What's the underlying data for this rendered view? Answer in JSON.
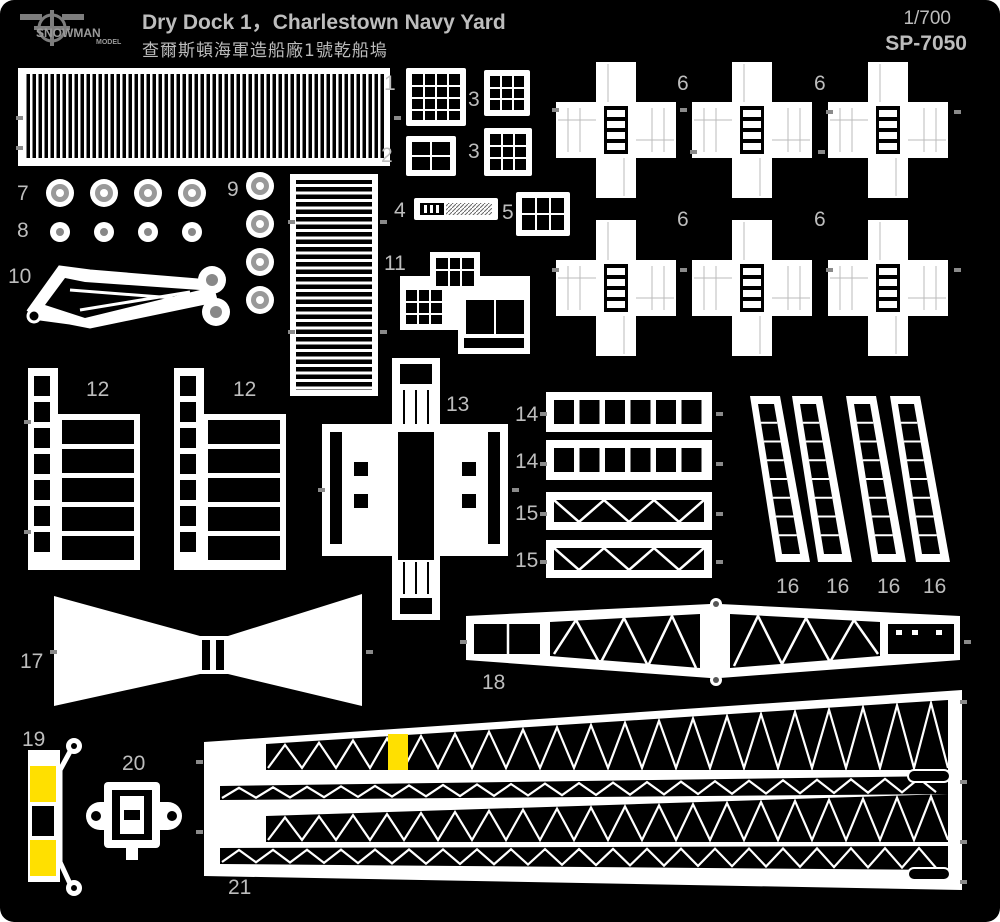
{
  "header": {
    "brand_main": "SNOWMAN",
    "brand_sub": "MODEL",
    "title": "Dry Dock 1，Charlestown Navy Yard",
    "subtitle": "查爾斯頓海軍造船廠1號乾船塢",
    "scale": "1/700",
    "code": "SP-7050"
  },
  "part_numbers": {
    "p1": "1",
    "p2": "2",
    "p3a": "3",
    "p3b": "3",
    "p4": "4",
    "p5": "5",
    "p6a": "6",
    "p6b": "6",
    "p6c": "6",
    "p6d": "6",
    "p7": "7",
    "p8": "8",
    "p9": "9",
    "p10": "10",
    "p11": "11",
    "p12a": "12",
    "p12b": "12",
    "p13": "13",
    "p14a": "14",
    "p14b": "14",
    "p15a": "15",
    "p15b": "15",
    "p16a": "16",
    "p16b": "16",
    "p16c": "16",
    "p16d": "16",
    "p17": "17",
    "p18": "18",
    "p19": "19",
    "p20": "20",
    "p21": "21"
  },
  "colors": {
    "sheet": "#000000",
    "metal": "#ffffff",
    "accent": "#ffe000",
    "text": "#bdbdbd",
    "sprue": "#8a8a8a"
  }
}
